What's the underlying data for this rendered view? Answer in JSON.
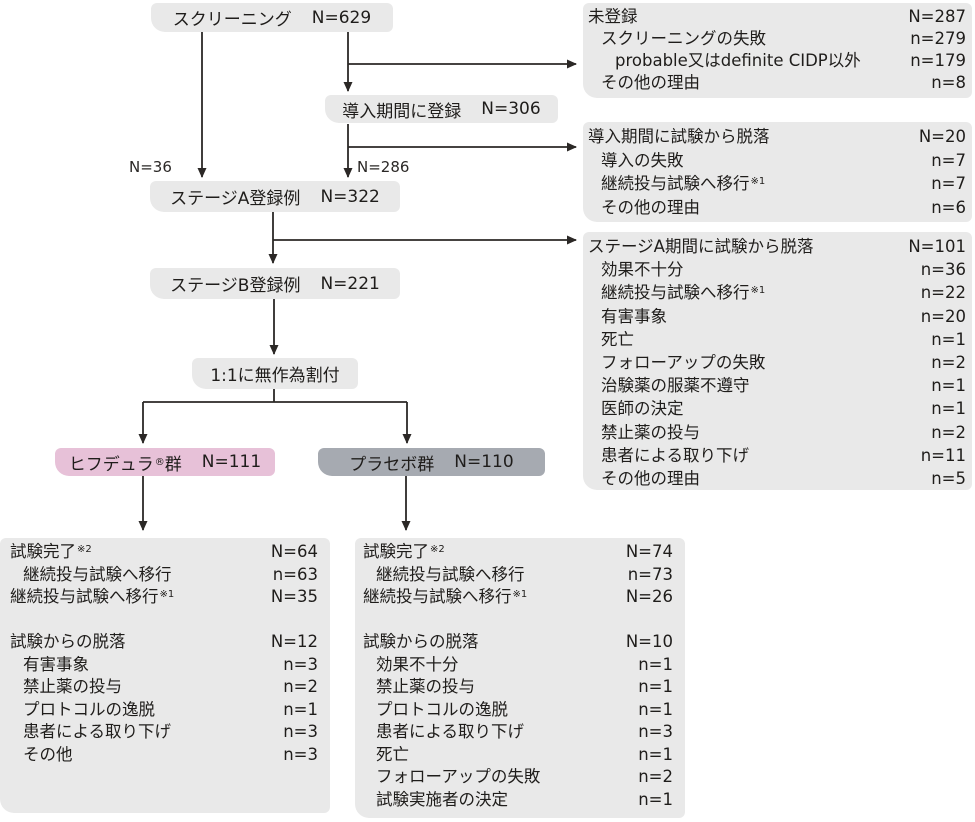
{
  "colors": {
    "box_bg": "#e9e9e9",
    "active_group": "#e7c1d8",
    "placebo_group": "#a6aab1",
    "arrow": "#2b2826",
    "text": "#1f1d1b"
  },
  "nodes": {
    "screening": {
      "label": "スクリーニング",
      "value": "N=629"
    },
    "induction": {
      "label": "導入期間に登録",
      "value": "N=306"
    },
    "stage_a": {
      "label": "ステージA登録例",
      "value": "N=322"
    },
    "stage_b": {
      "label": "ステージB登録例",
      "value": "N=221"
    },
    "randomization": {
      "label": "1:1に無作為割付"
    },
    "hifdura": {
      "label": "ヒフデュラ",
      "reg_mark": "®",
      "suffix": "群",
      "value": "N=111"
    },
    "placebo": {
      "label": "プラセボ群",
      "value": "N=110"
    }
  },
  "edge_labels": {
    "screening_to_stage_a": "N=36",
    "induction_to_stage_a": "N=286"
  },
  "detail_boxes": {
    "unregistered": {
      "rows": [
        {
          "indent": 0,
          "label": "未登録",
          "value": "N=287"
        },
        {
          "indent": 1,
          "label": "スクリーニングの失敗",
          "value": "n=279"
        },
        {
          "indent": 2,
          "label": "probable又はdefinite CIDP以外",
          "value": "n=179"
        },
        {
          "indent": 1,
          "label": "その他の理由",
          "value": "n=8"
        }
      ]
    },
    "induction_dropout": {
      "rows": [
        {
          "indent": 0,
          "label": "導入期間に試験から脱落",
          "value": "N=20"
        },
        {
          "indent": 1,
          "label": "導入の失敗",
          "value": "n=7"
        },
        {
          "indent": 1,
          "label": "継続投与試験へ移行",
          "sup": "※1",
          "value": "n=7"
        },
        {
          "indent": 1,
          "label": "その他の理由",
          "value": "n=6"
        }
      ]
    },
    "stage_a_dropout": {
      "rows": [
        {
          "indent": 0,
          "label": "ステージA期間に試験から脱落",
          "value": "N=101"
        },
        {
          "indent": 1,
          "label": "効果不十分",
          "value": "n=36"
        },
        {
          "indent": 1,
          "label": "継続投与試験へ移行",
          "sup": "※1",
          "value": "n=22"
        },
        {
          "indent": 1,
          "label": "有害事象",
          "value": "n=20"
        },
        {
          "indent": 1,
          "label": "死亡",
          "value": "n=1"
        },
        {
          "indent": 1,
          "label": "フォローアップの失敗",
          "value": "n=2"
        },
        {
          "indent": 1,
          "label": "治験薬の服薬不遵守",
          "value": "n=1"
        },
        {
          "indent": 1,
          "label": "医師の決定",
          "value": "n=1"
        },
        {
          "indent": 1,
          "label": "禁止薬の投与",
          "value": "n=2"
        },
        {
          "indent": 1,
          "label": "患者による取り下げ",
          "value": "n=11"
        },
        {
          "indent": 1,
          "label": "その他の理由",
          "value": "n=5"
        }
      ]
    },
    "hifdura_outcome": {
      "rows": [
        {
          "indent": 0,
          "label": "試験完了",
          "sup": "※2",
          "value": "N=64"
        },
        {
          "indent": 1,
          "label": "継続投与試験へ移行",
          "value": "n=63"
        },
        {
          "indent": 0,
          "label": "継続投与試験へ移行",
          "sup": "※1",
          "value": "N=35"
        },
        {
          "blank": true
        },
        {
          "indent": 0,
          "label": "試験からの脱落",
          "value": "N=12"
        },
        {
          "indent": 1,
          "label": "有害事象",
          "value": "n=3"
        },
        {
          "indent": 1,
          "label": "禁止薬の投与",
          "value": "n=2"
        },
        {
          "indent": 1,
          "label": "プロトコルの逸脱",
          "value": "n=1"
        },
        {
          "indent": 1,
          "label": "患者による取り下げ",
          "value": "n=3"
        },
        {
          "indent": 1,
          "label": "その他",
          "value": "n=3"
        }
      ]
    },
    "placebo_outcome": {
      "rows": [
        {
          "indent": 0,
          "label": "試験完了",
          "sup": "※2",
          "value": "N=74"
        },
        {
          "indent": 1,
          "label": "継続投与試験へ移行",
          "value": "n=73"
        },
        {
          "indent": 0,
          "label": "継続投与試験へ移行",
          "sup": "※1",
          "value": "N=26"
        },
        {
          "blank": true
        },
        {
          "indent": 0,
          "label": "試験からの脱落",
          "value": "N=10"
        },
        {
          "indent": 1,
          "label": "効果不十分",
          "value": "n=1"
        },
        {
          "indent": 1,
          "label": "禁止薬の投与",
          "value": "n=1"
        },
        {
          "indent": 1,
          "label": "プロトコルの逸脱",
          "value": "n=1"
        },
        {
          "indent": 1,
          "label": "患者による取り下げ",
          "value": "n=3"
        },
        {
          "indent": 1,
          "label": "死亡",
          "value": "n=1"
        },
        {
          "indent": 1,
          "label": "フォローアップの失敗",
          "value": "n=2"
        },
        {
          "indent": 1,
          "label": "試験実施者の決定",
          "value": "n=1"
        }
      ]
    }
  }
}
